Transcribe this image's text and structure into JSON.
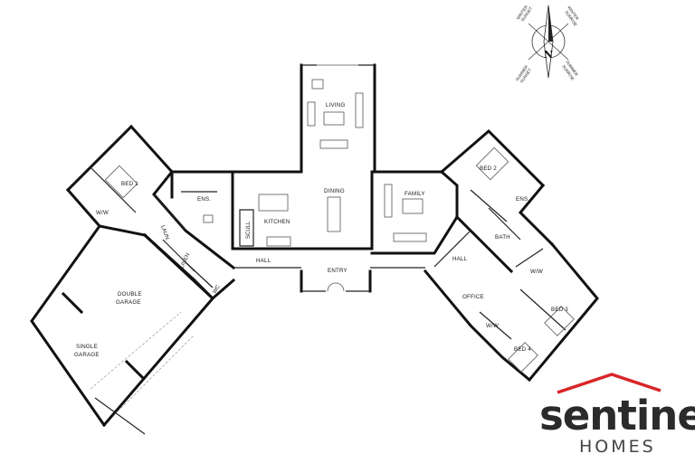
{
  "rooms": {
    "living": "LIVING",
    "dining": "DINING",
    "family": "FAMILY",
    "kitchen": "KITCHEN",
    "scull": "SCULL",
    "ens_left": "ENS.",
    "ens_right": "ENS.",
    "bed1": "BED 1",
    "bed2": "BED 2",
    "bed3": "BED 3",
    "bed4": "BED 4",
    "ww_left": "W/W",
    "ww_bed3": "W/W",
    "ww_bed4": "W/W",
    "laun": "LAUN.",
    "linen": "LINEN",
    "wc": "WC",
    "hall_left": "HALL",
    "hall_right": "HALL",
    "entry": "ENTRY",
    "office": "OFFICE",
    "bath": "BATH",
    "double_garage_1": "DOUBLE",
    "double_garage_2": "GARAGE",
    "single_garage_1": "SINGLE",
    "single_garage_2": "GARAGE"
  },
  "compass": {
    "north": "N",
    "winter_sunset_1": "WINTER",
    "winter_sunset_2": "SUNSET",
    "winter_sunrise_1": "WINTER",
    "winter_sunrise_2": "SUNRISE",
    "summer_sunset_1": "SUMMER",
    "summer_sunset_2": "SUNSET",
    "summer_sunrise_1": "SUMMER",
    "summer_sunrise_2": "SUNRISE"
  },
  "brand": {
    "name": "sentinel",
    "sub": "HOMES",
    "roof_color": "#d9252a"
  }
}
